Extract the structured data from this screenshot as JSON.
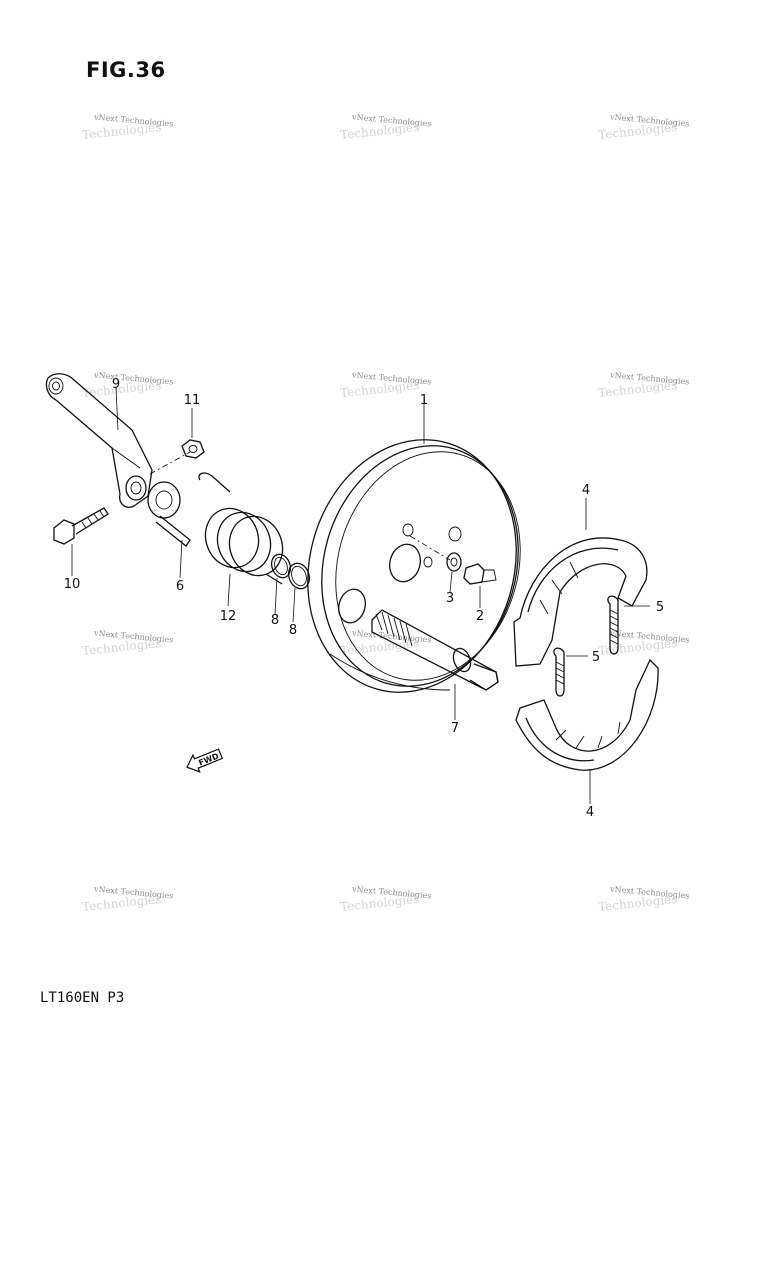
{
  "figure": {
    "title": "FIG.36",
    "model_code": "LT160EN P3",
    "fwd_label": "FWD"
  },
  "watermark": {
    "text": "vNext Technologies",
    "ghost": "Technologies"
  },
  "callouts": {
    "c1": "1",
    "c2": "2",
    "c3": "3",
    "c4a": "4",
    "c4b": "4",
    "c5a": "5",
    "c5b": "5",
    "c6": "6",
    "c7": "7",
    "c8a": "8",
    "c8b": "8",
    "c9": "9",
    "c10": "10",
    "c11": "11",
    "c12": "12"
  }
}
